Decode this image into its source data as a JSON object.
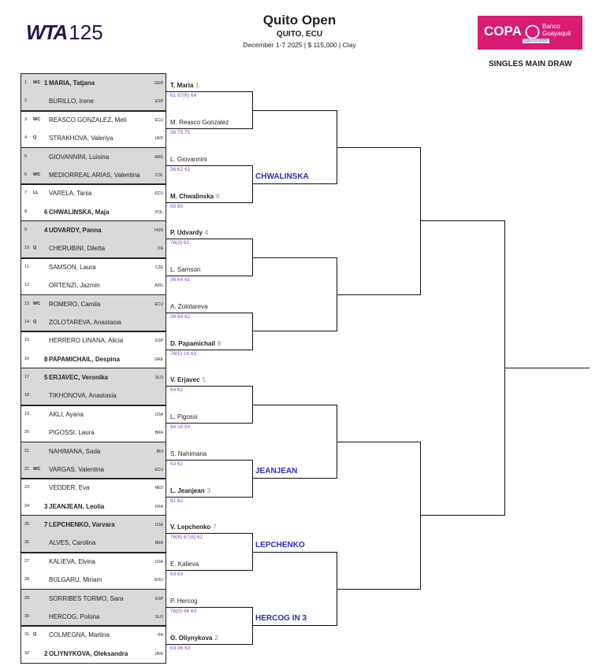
{
  "header": {
    "logo": "WTA 125",
    "title": "Quito Open",
    "city": "QUITO, ECU",
    "info": "December 1-7 2025  |  $ 115,000  |  Clay",
    "sponsor_logo": "COPA Banco Guayaquil QUITO 2025",
    "draw_type": "SINGLES MAIN DRAW",
    "sponsor_color": "#d81b73"
  },
  "colors": {
    "score": "#8a3fd8",
    "winner_label": "#2a2fb5",
    "shade": "#d9d9d9"
  },
  "round1": [
    {
      "num": "1",
      "tag": "WC",
      "seed": "1",
      "name": "MARIA, Tatjana",
      "country": "GER",
      "bold": true
    },
    {
      "num": "2",
      "tag": "",
      "seed": "",
      "name": "BURILLO, Irene",
      "country": "ESP"
    },
    {
      "num": "3",
      "tag": "WC",
      "seed": "",
      "name": "REASCO GONZALEZ, Mell",
      "country": "ECU"
    },
    {
      "num": "4",
      "tag": "Q",
      "seed": "",
      "name": "STRAKHOVA, Valeriya",
      "country": "UKR"
    },
    {
      "num": "5",
      "tag": "",
      "seed": "",
      "name": "GIOVANNINI, Luisina",
      "country": "ARG"
    },
    {
      "num": "6",
      "tag": "WC",
      "seed": "",
      "name": "MEDIORREAL ARIAS, Valentina",
      "country": "COL"
    },
    {
      "num": "7",
      "tag": "LL",
      "seed": "",
      "name": "VARELA, Tania",
      "country": "ECU"
    },
    {
      "num": "8",
      "tag": "",
      "seed": "6",
      "name": "CHWALINSKA, Maja",
      "country": "POL",
      "bold": true
    },
    {
      "num": "9",
      "tag": "",
      "seed": "4",
      "name": "UDVARDY, Panna",
      "country": "HUN",
      "bold": true
    },
    {
      "num": "10",
      "tag": "Q",
      "seed": "",
      "name": "CHERUBINI, Diletta",
      "country": "ITA"
    },
    {
      "num": "11",
      "tag": "",
      "seed": "",
      "name": "SAMSON, Laura",
      "country": "CZE"
    },
    {
      "num": "12",
      "tag": "",
      "seed": "",
      "name": "ORTENZI, Jazmin",
      "country": "ARG"
    },
    {
      "num": "13",
      "tag": "WC",
      "seed": "",
      "name": "ROMERO, Camila",
      "country": "ECU"
    },
    {
      "num": "14",
      "tag": "Q",
      "seed": "",
      "name": "ZOLOTAREVA, Anastasia",
      "country": ""
    },
    {
      "num": "15",
      "tag": "",
      "seed": "",
      "name": "HERRERO LINANA, Alicia",
      "country": "ESP"
    },
    {
      "num": "16",
      "tag": "",
      "seed": "8",
      "name": "PAPAMICHAIL, Despina",
      "country": "GRE",
      "bold": true
    },
    {
      "num": "17",
      "tag": "",
      "seed": "5",
      "name": "ERJAVEC, Veronika",
      "country": "SLO",
      "bold": true
    },
    {
      "num": "18",
      "tag": "",
      "seed": "",
      "name": "TIKHONOVA, Anastasia",
      "country": ""
    },
    {
      "num": "19",
      "tag": "",
      "seed": "",
      "name": "AKLI, Ayana",
      "country": "USA"
    },
    {
      "num": "20",
      "tag": "",
      "seed": "",
      "name": "PIGOSSI, Laura",
      "country": "BRA"
    },
    {
      "num": "21",
      "tag": "",
      "seed": "",
      "name": "NAHIMANA, Sada",
      "country": "BDI"
    },
    {
      "num": "22",
      "tag": "WC",
      "seed": "",
      "name": "VARGAS, Valentina",
      "country": "ECU"
    },
    {
      "num": "23",
      "tag": "",
      "seed": "",
      "name": "VEDDER, Eva",
      "country": "NED"
    },
    {
      "num": "24",
      "tag": "",
      "seed": "3",
      "name": "JEANJEAN, Leolia",
      "country": "FRA",
      "bold": true
    },
    {
      "num": "25",
      "tag": "",
      "seed": "7",
      "name": "LEPCHENKO, Varvara",
      "country": "USA",
      "bold": true
    },
    {
      "num": "26",
      "tag": "",
      "seed": "",
      "name": "ALVES, Carolina",
      "country": "BRA"
    },
    {
      "num": "27",
      "tag": "",
      "seed": "",
      "name": "KALIEVA, Elvina",
      "country": "USA"
    },
    {
      "num": "28",
      "tag": "",
      "seed": "",
      "name": "BULGARU, Miriam",
      "country": "ROU"
    },
    {
      "num": "29",
      "tag": "",
      "seed": "",
      "name": "SORRIBES TORMO, Sara",
      "country": "ESP"
    },
    {
      "num": "30",
      "tag": "",
      "seed": "",
      "name": "HERCOG, Polona",
      "country": "SLO"
    },
    {
      "num": "31",
      "tag": "Q",
      "seed": "",
      "name": "COLMEGNA, Martina",
      "country": "ITA"
    },
    {
      "num": "32",
      "tag": "",
      "seed": "2",
      "name": "OLIYNYKOVA, Oleksandra",
      "country": "UKR",
      "bold": true
    }
  ],
  "round2": [
    {
      "name": "T. Maria",
      "seed": "1",
      "score": "61 67(6) 64",
      "bold": true
    },
    {
      "name": "M. Reasco Gonzalez",
      "seed": "",
      "score": "36 75 75"
    },
    {
      "name": "L. Giovannini",
      "seed": "",
      "score": "36 62 63"
    },
    {
      "name": "M. Chwalinska",
      "seed": "6",
      "score": "60 60",
      "bold": true
    },
    {
      "name": "P. Udvardy",
      "seed": "4",
      "score": "76(3) 62",
      "bold": true
    },
    {
      "name": "L. Samson",
      "seed": "",
      "score": "36 64 61"
    },
    {
      "name": "A. Zolotareva",
      "seed": "",
      "score": "36 64 62"
    },
    {
      "name": "D. Papamichail",
      "seed": "8",
      "score": "76(5) 16 63",
      "bold": true
    },
    {
      "name": "V. Erjavec",
      "seed": "5",
      "score": "64 62",
      "bold": true
    },
    {
      "name": "L. Pigossi",
      "seed": "",
      "score": "64 16 63"
    },
    {
      "name": "S. Nahimana",
      "seed": "",
      "score": "63 62"
    },
    {
      "name": "L. Jeanjean",
      "seed": "3",
      "score": "61 62",
      "bold": true
    },
    {
      "name": "V. Lepchenko",
      "seed": "7",
      "score": "76(6) 67(6) 62",
      "bold": true
    },
    {
      "name": "E. Kalieva",
      "seed": "",
      "score": "63 63"
    },
    {
      "name": "P. Hercog",
      "seed": "",
      "score": "76(0) 46 63"
    },
    {
      "name": "O. Oliynykova",
      "seed": "2",
      "score": "63 36 63",
      "bold": true
    }
  ],
  "round3": [
    "",
    "CHWALINSKA",
    "",
    "",
    "",
    "JEANJEAN",
    "LEPCHENKO",
    "HERCOG IN 3"
  ]
}
